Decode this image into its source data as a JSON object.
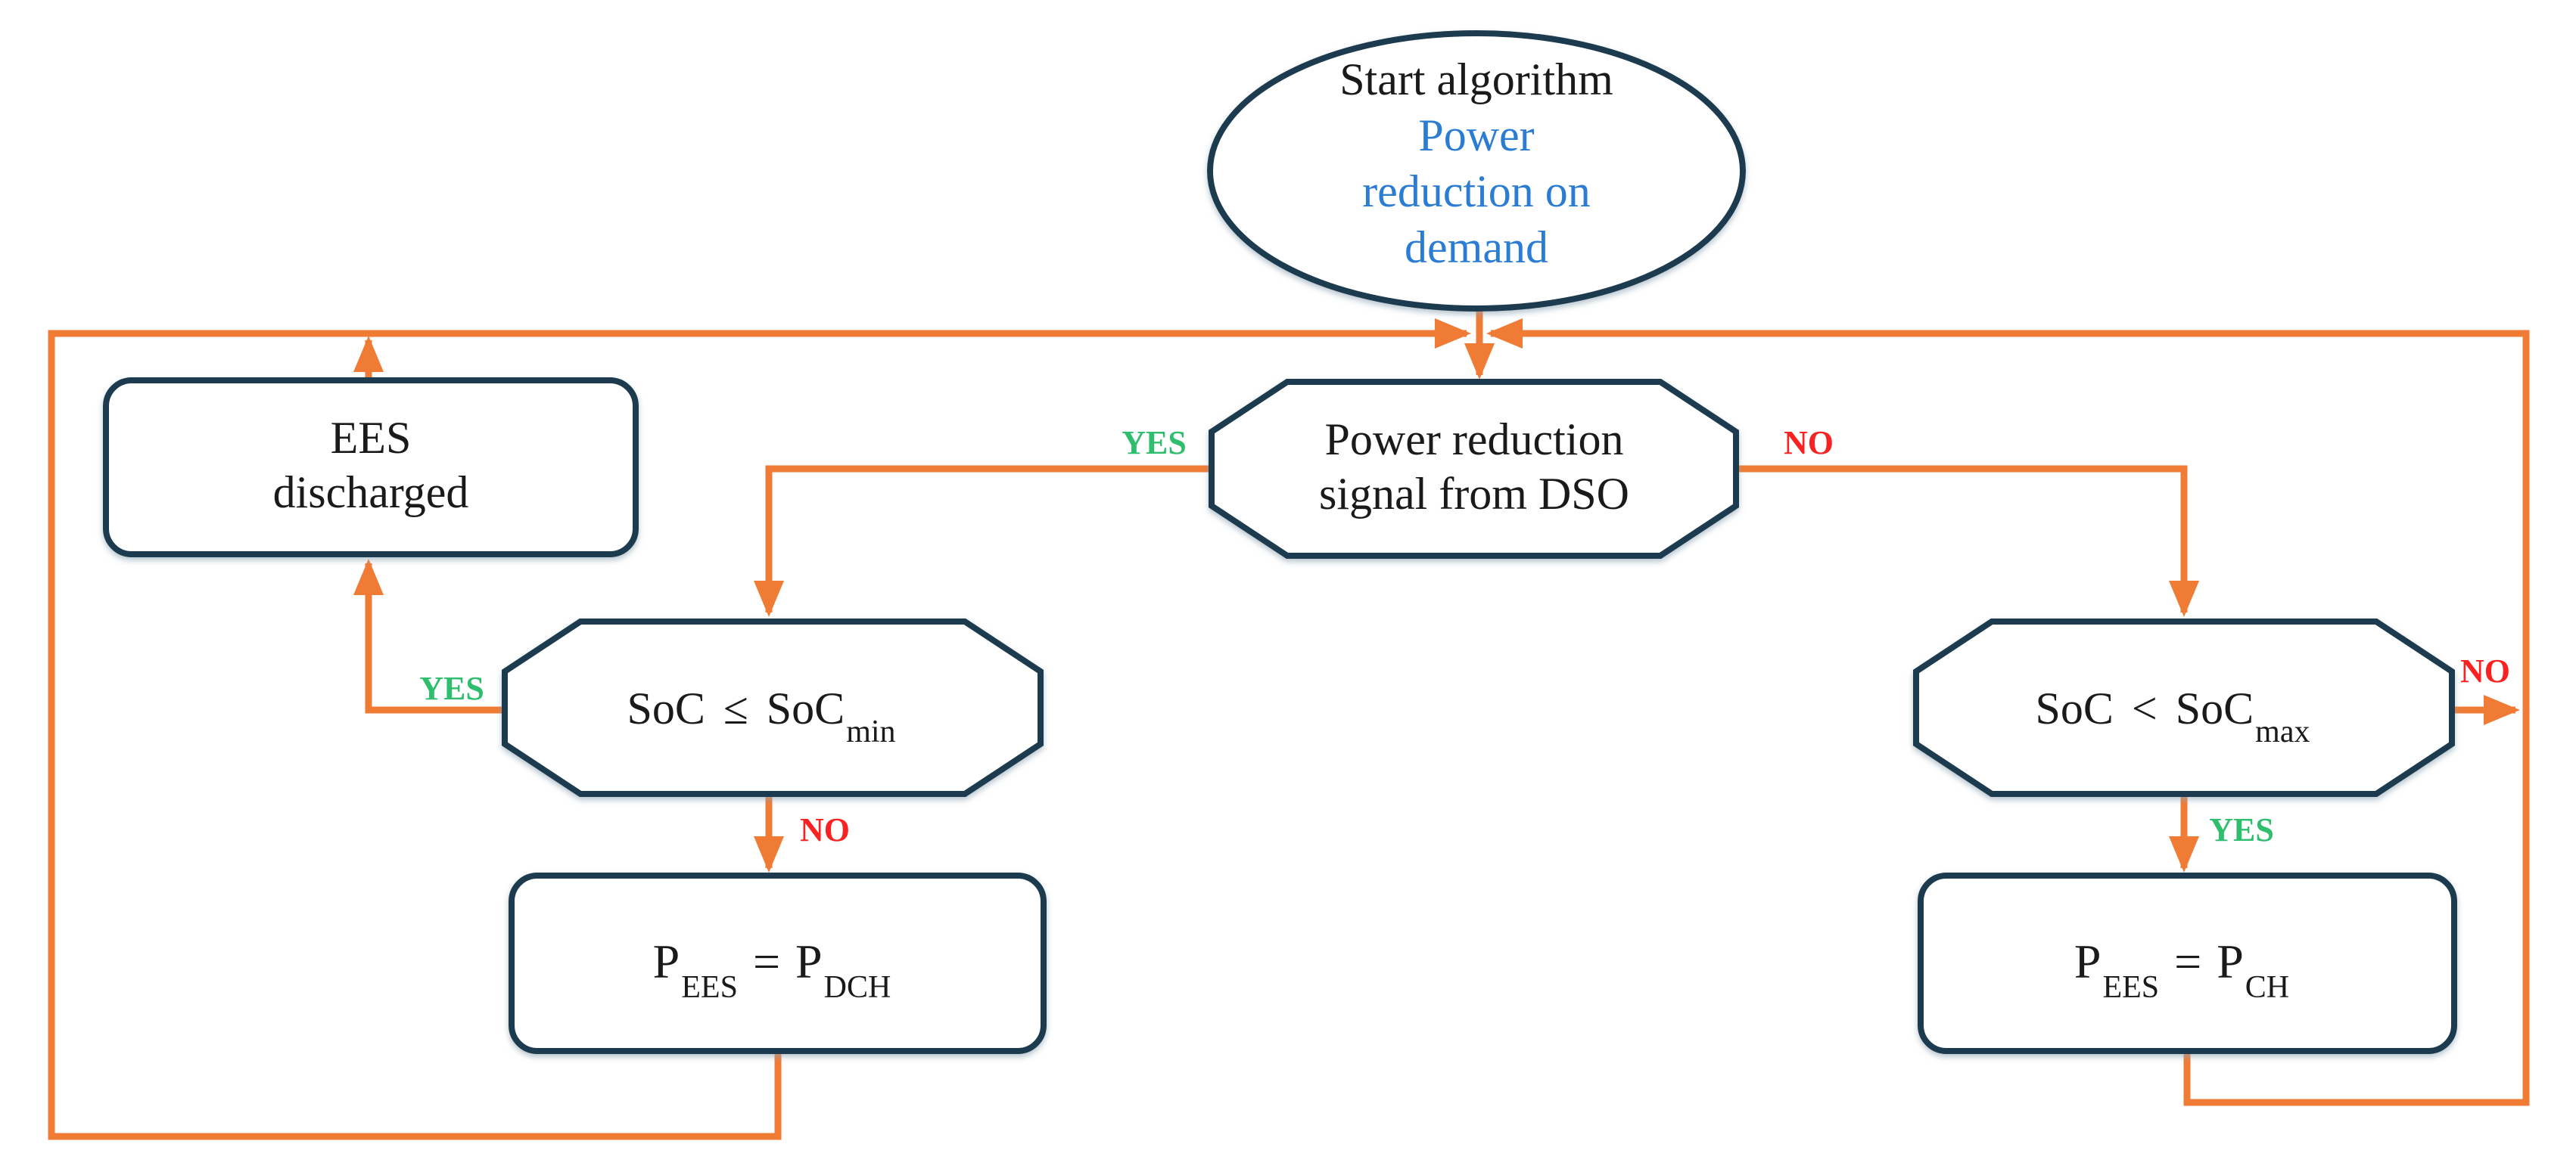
{
  "palette": {
    "arrow_orange": "#EF7B35",
    "shape_outline_navy": "#1D3A50",
    "yes_green": "#2FBE6E",
    "no_red": "#F82222",
    "start_text_blue": "#2B7CD3",
    "text_black": "#1A1A1A",
    "background": "#FFFFFF"
  },
  "nodes": {
    "start": {
      "line1": "Start algorithm",
      "line2": "Power",
      "line3": "reduction on",
      "line4": "demand"
    },
    "dso_decision": {
      "line1": "Power reduction",
      "line2": "signal from DSO"
    },
    "soc_min_decision": {
      "lhs": "SoC",
      "operator": "≤",
      "rhs": "SoC",
      "subscript": "min"
    },
    "soc_max_decision": {
      "lhs": "SoC",
      "operator": "<",
      "rhs": "SoC",
      "subscript": "max"
    },
    "ees_discharged": {
      "line1": "EES",
      "line2": "discharged"
    },
    "p_dch": {
      "symbol1": "P",
      "subscript1": "EES",
      "operator": "=",
      "symbol2": "P",
      "subscript2": "DCH"
    },
    "p_ch": {
      "symbol1": "P",
      "subscript1": "EES",
      "operator": "=",
      "symbol2": "P",
      "subscript2": "CH"
    }
  },
  "edge_labels": {
    "yes": "YES",
    "no": "NO"
  }
}
